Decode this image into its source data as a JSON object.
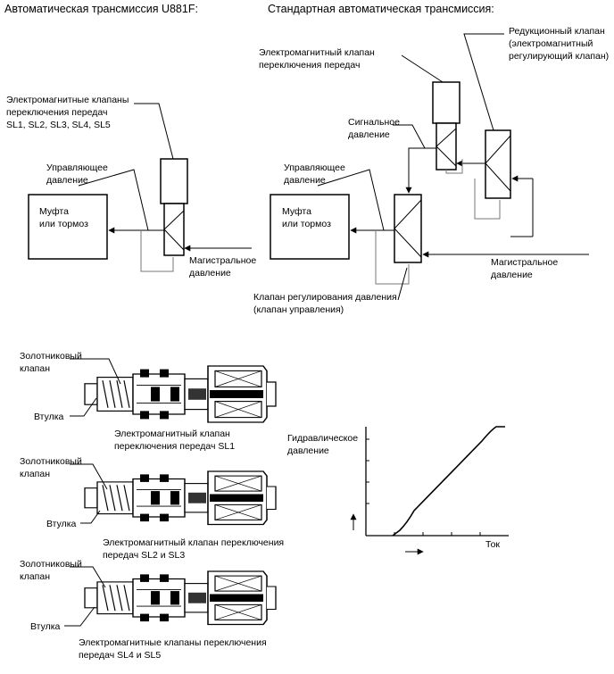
{
  "titles": {
    "left": "Автоматическая трансмиссия U881F:",
    "right": "Стандартная автоматическая трансмиссия:"
  },
  "left_diagram": {
    "solenoids_label": [
      "Электромагнитные клапаны",
      "переключения передач",
      "SL1, SL2, SL3, SL4, SL5"
    ],
    "control_pressure": [
      "Управляющее",
      "давление"
    ],
    "clutch_box": [
      "Муфта",
      "или тормоз"
    ],
    "line_pressure": [
      "Магистральное",
      "давление"
    ]
  },
  "right_diagram": {
    "shift_solenoid": [
      "Электромагнитный клапан",
      "переключения передач"
    ],
    "reducing_valve": [
      "Редукционный клапан",
      "(электромагнитный",
      "регулирующий клапан)"
    ],
    "signal_pressure": [
      "Сигнальное",
      "давление"
    ],
    "control_pressure": [
      "Управляющее",
      "давление"
    ],
    "clutch_box": [
      "Муфта",
      "или тормоз"
    ],
    "line_pressure": [
      "Магистральное",
      "давление"
    ],
    "regulator_valve": [
      "Клапан регулирования давления",
      "(клапан управления)"
    ]
  },
  "valves": [
    {
      "spool_label": [
        "Золотниковый",
        "клапан"
      ],
      "sleeve_label": "Втулка",
      "caption": [
        "Электромагнитный клапан",
        "переключения передач SL1"
      ]
    },
    {
      "spool_label": [
        "Золотниковый",
        "клапан"
      ],
      "sleeve_label": "Втулка",
      "caption": [
        "Электромагнитный клапан переключения",
        "передач SL2 и SL3"
      ]
    },
    {
      "spool_label": [
        "Золотниковый",
        "клапан"
      ],
      "sleeve_label": "Втулка",
      "caption": [
        "Электромагнитные клапаны переключения",
        "передач SL4 и SL5"
      ]
    }
  ],
  "graph": {
    "ylabel": [
      "Гидравлическое",
      "давление"
    ],
    "xlabel": "Ток"
  }
}
